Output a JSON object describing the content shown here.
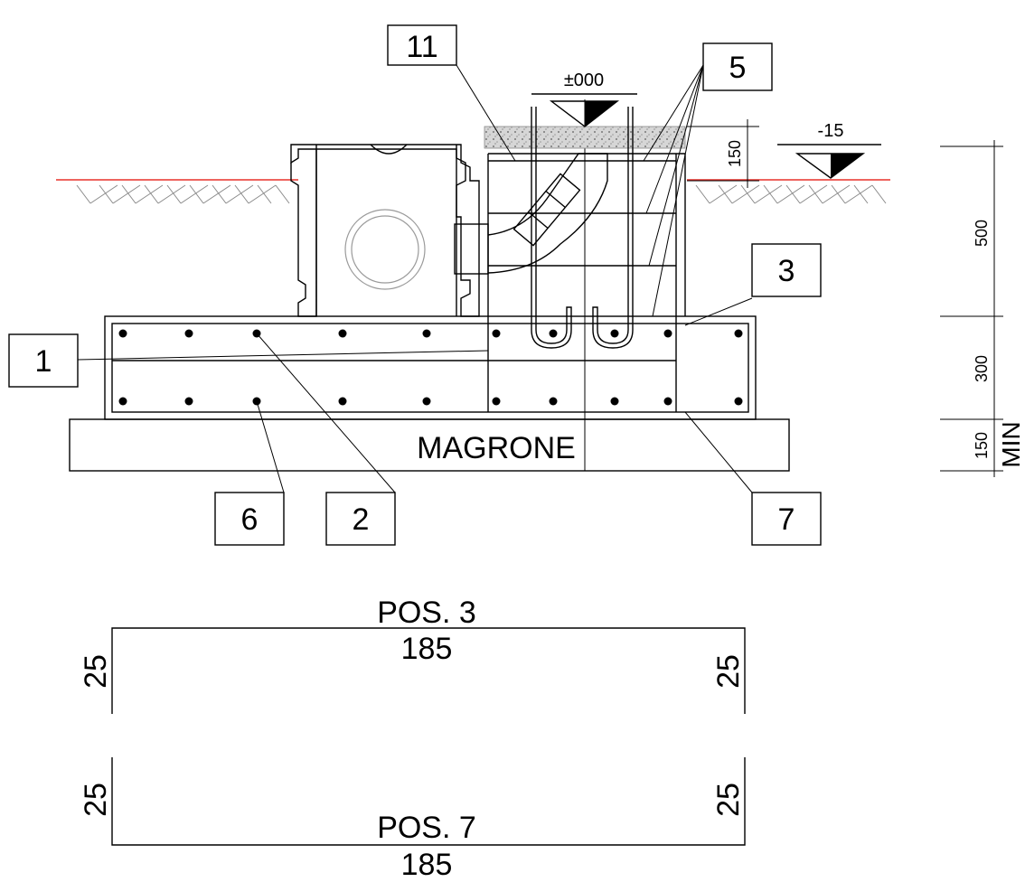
{
  "callouts": {
    "c11": "11",
    "c5": "5",
    "c3": "3",
    "c1": "1",
    "c6": "6",
    "c2": "2",
    "c7": "7"
  },
  "levels": {
    "top": "±000",
    "side": "-15"
  },
  "dims": {
    "d150a": "150",
    "d500": "500",
    "d300": "300",
    "d150b": "150",
    "min": "MIN"
  },
  "magrone": "MAGRONE",
  "pos3": {
    "title": "POS. 3",
    "length": "185",
    "left": "25",
    "right": "25"
  },
  "pos7": {
    "title": "POS. 7",
    "length": "185",
    "left": "25",
    "right": "25"
  },
  "colors": {
    "ground_line": "#e8302a",
    "hatch": "#8a8a8a",
    "gravel": "#bdbdbd"
  }
}
